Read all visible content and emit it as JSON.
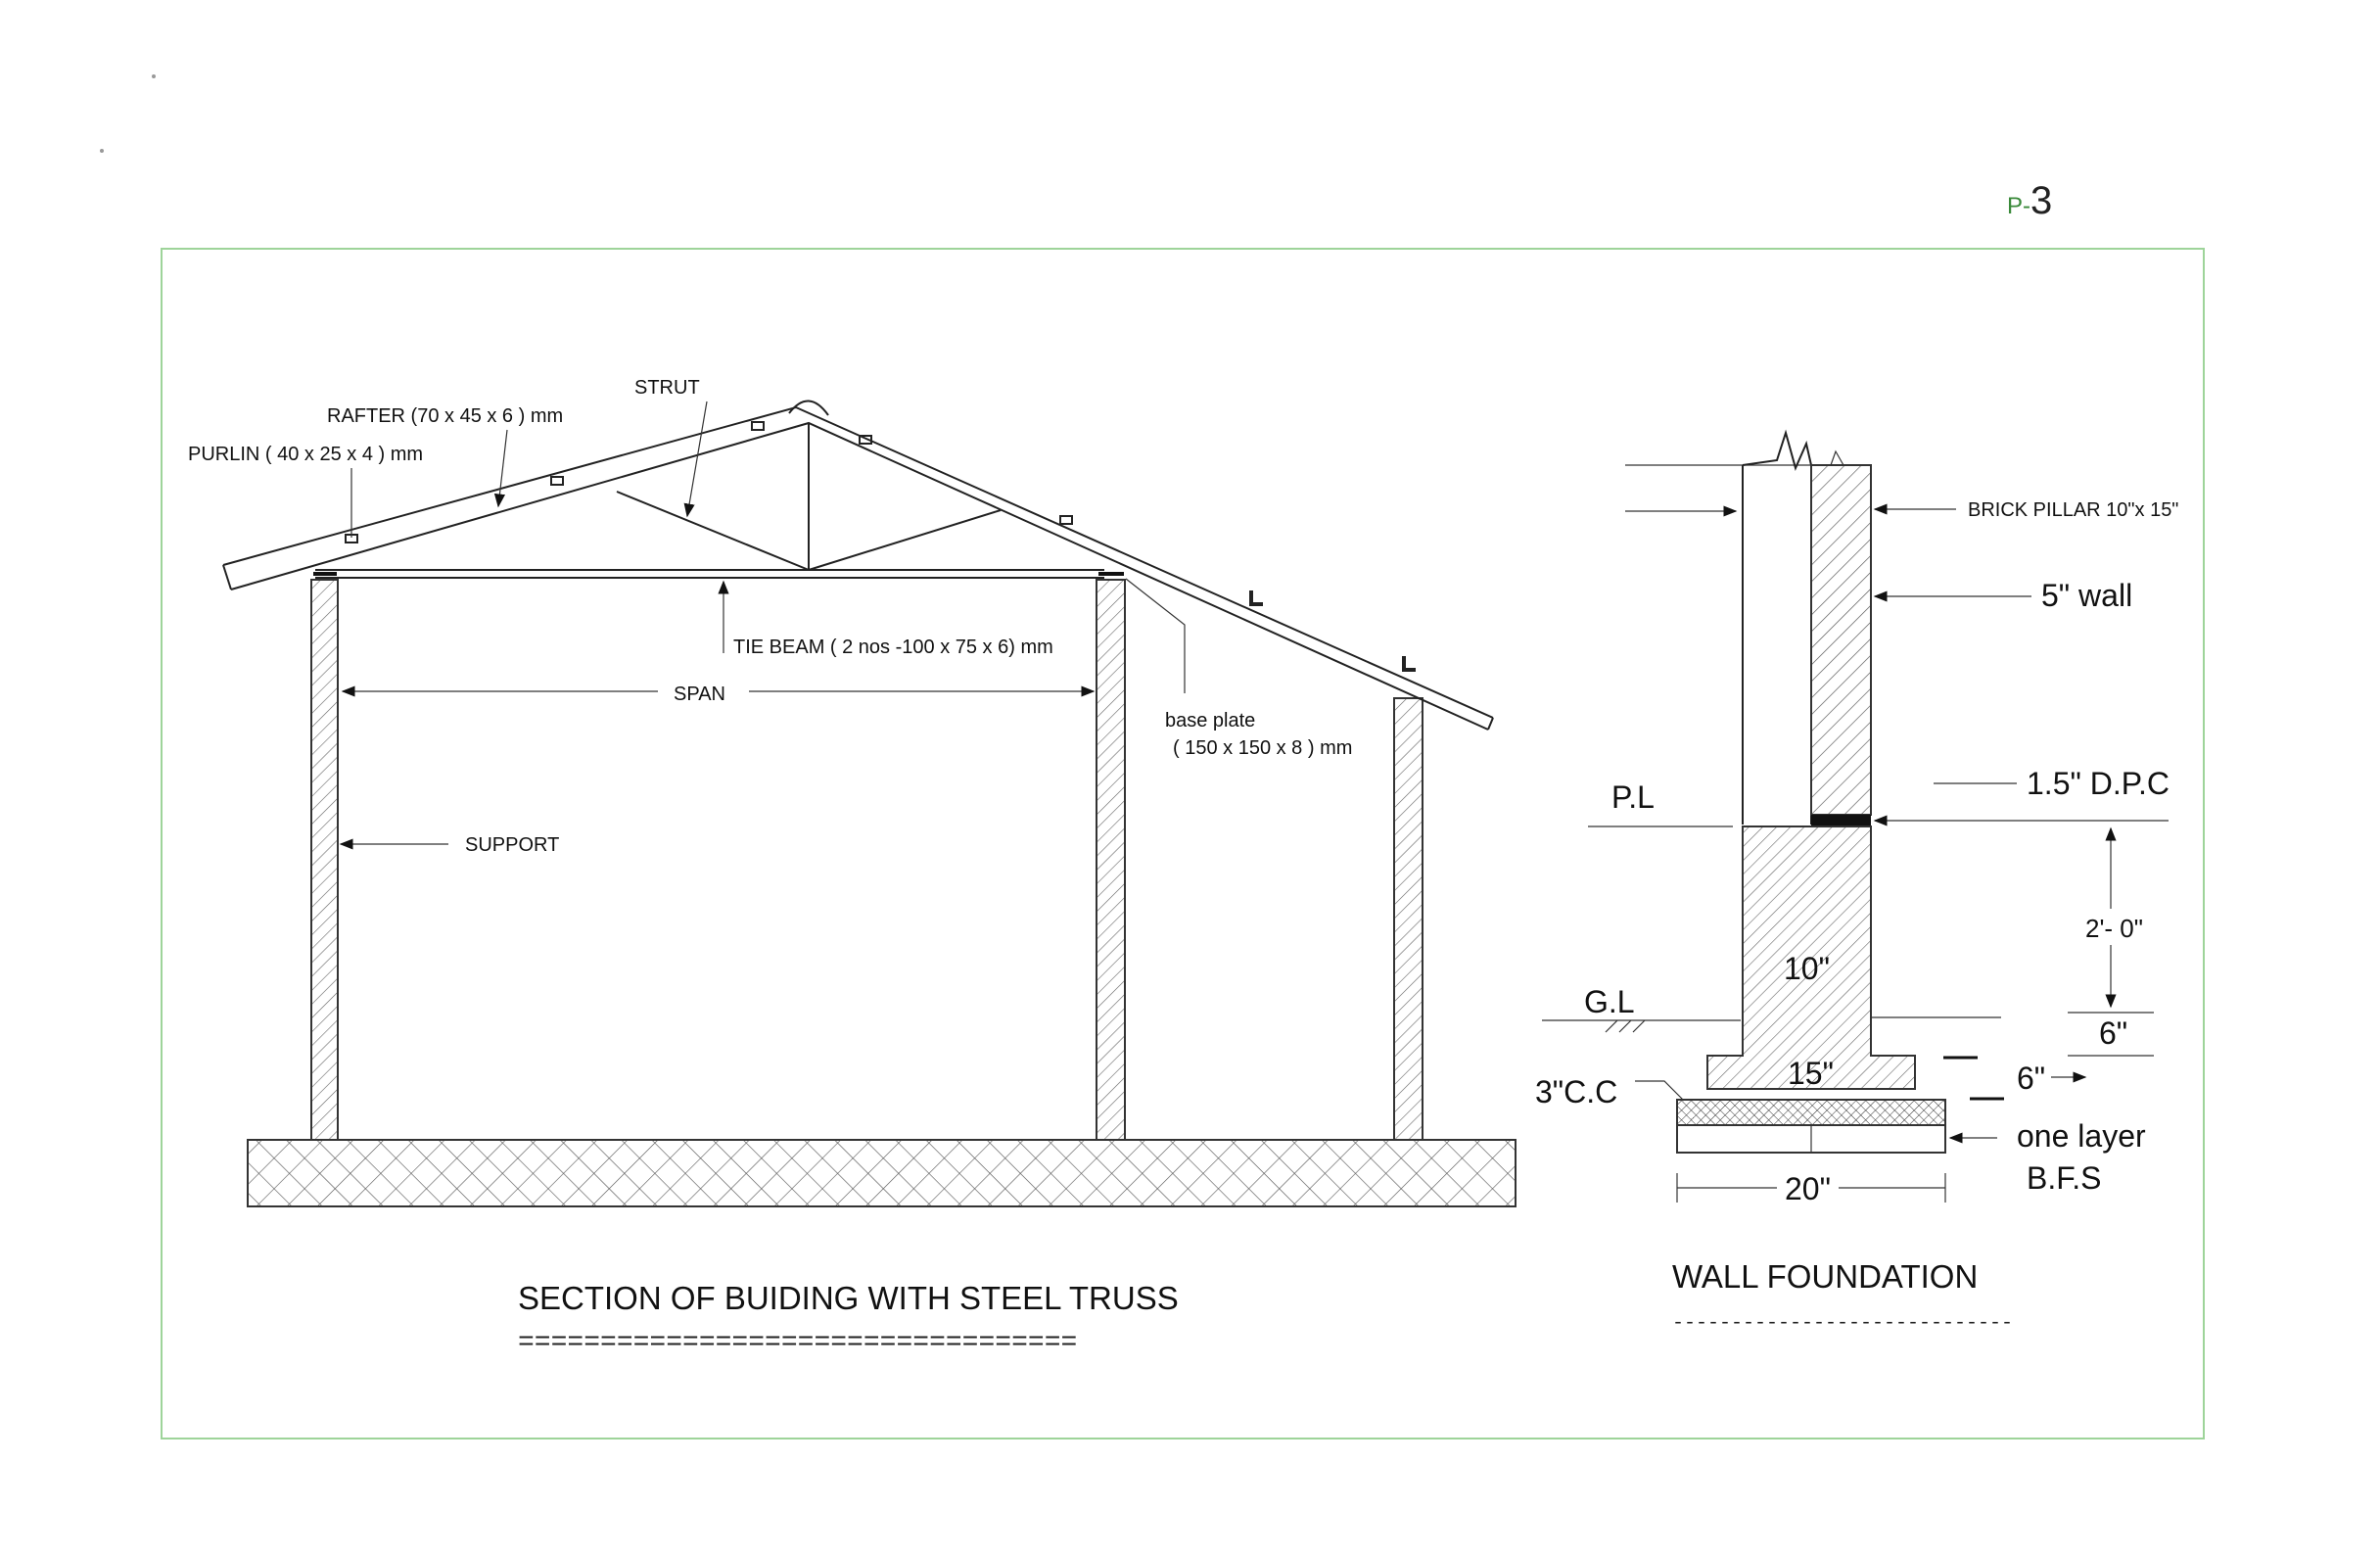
{
  "page_number": {
    "prefix": "P-",
    "digit": "3"
  },
  "colors": {
    "frame": "#9ed49a",
    "page_number": "#3a8a3a",
    "ink": "#222222"
  },
  "truss_section": {
    "title": "SECTION OF BUIDING WITH STEEL TRUSS",
    "underline": "==================================",
    "labels": {
      "strut": "STRUT",
      "rafter": "RAFTER (70 x 45 x 6 ) mm",
      "purlin": "PURLIN  ( 40 x 25 x 4 ) mm",
      "tie_beam": "TIE BEAM ( 2 nos -100 x 75 x 6) mm",
      "span": "SPAN",
      "base_plate_line1": "base plate",
      "base_plate_line2": "( 150 x 150 x 8 ) mm",
      "support": "SUPPORT"
    }
  },
  "wall_foundation": {
    "title": "WALL FOUNDATION",
    "underline": "-----------------------------",
    "labels": {
      "brick_pillar": "BRICK PILLAR 10\"x 15\"",
      "wall": "5\" wall",
      "dpc": "1.5\" D.P.C",
      "pl": "P.L",
      "height": "2'- 0\"",
      "width_10": "10\"",
      "gl": "G.L",
      "six_a": "6\"",
      "cc": "3\"C.C",
      "width_15": "15\"",
      "six_b": "6\"",
      "bfs_line1": "one layer",
      "bfs_line2": "B.F.S",
      "width_20": "20\""
    }
  }
}
